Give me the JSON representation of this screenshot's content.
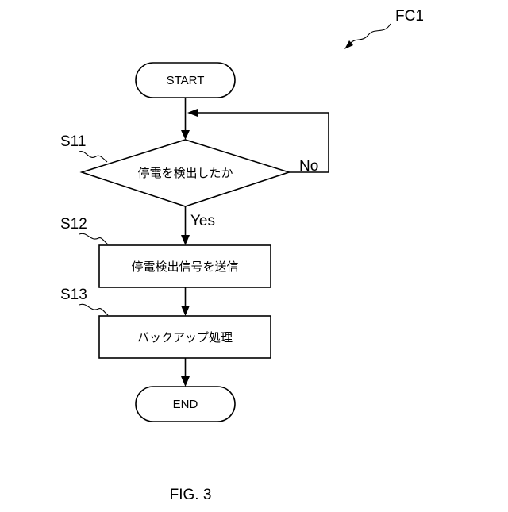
{
  "figure": {
    "ref_label": "FC1",
    "caption": "FIG. 3"
  },
  "nodes": {
    "start": {
      "label": "START"
    },
    "s11": {
      "step": "S11",
      "label": "停電を検出したか"
    },
    "s12": {
      "step": "S12",
      "label": "停電検出信号を送信"
    },
    "s13": {
      "step": "S13",
      "label": "バックアップ処理"
    },
    "end": {
      "label": "END"
    }
  },
  "edges": {
    "yes_label": "Yes",
    "no_label": "No"
  }
}
